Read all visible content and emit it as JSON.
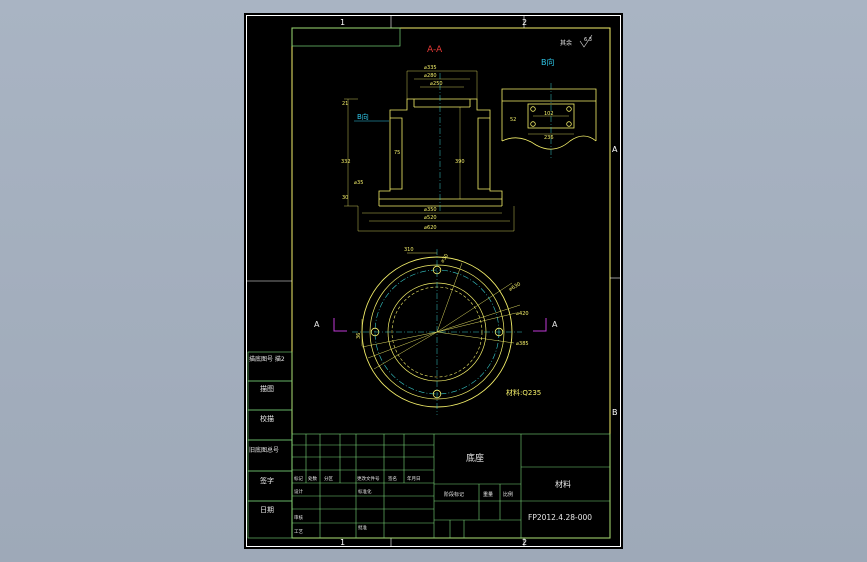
{
  "colors": {
    "background": "#a4afbe",
    "sheet": "#000000",
    "frame": "#ffffff",
    "outline": "#f5f06a",
    "centerline": "#36c9c9",
    "section_label": "#e53935",
    "view_label": "#2ec6e8",
    "section_marker": "#c03ad6",
    "title_text": "#e8e8e8",
    "table_lines": "#7ad67a"
  },
  "zones": {
    "top": [
      "1",
      "2"
    ],
    "bottom": [
      "1",
      "2"
    ],
    "right": [
      "A",
      "B"
    ]
  },
  "views": {
    "section_a": "A-A",
    "view_b": "B向",
    "view_b_ref": "B向",
    "cut_a_left": "A",
    "cut_a_right": "A",
    "roughness": "其余",
    "roughness_value": "6.3"
  },
  "dims": {
    "top_1": "⌀335",
    "top_2": "⌀280",
    "top_3": "⌀250",
    "h_21": "21",
    "h_390": "390",
    "h_332": "332",
    "h_30": "30",
    "h_75": "75",
    "d_35": "⌀35",
    "bot_1": "⌀350",
    "bot_2": "⌀520",
    "bot_3": "⌀620",
    "b_102": "102",
    "b_236": "236",
    "b_52": "52",
    "c_310": "310",
    "c_d30": "⌀30",
    "c_d630": "⌀630",
    "c_d420": "⌀420",
    "c_d385": "⌀385",
    "c_36": "36"
  },
  "material": "材料:Q235",
  "title_block": {
    "side_labels": [
      "描底图号 描2",
      "描图",
      "校描",
      "旧底图总号",
      "签字",
      "日期"
    ],
    "part_name": "底座",
    "material_label": "材料",
    "drawing_no": "FP2012.4.28-000",
    "stage_headers": [
      "阶段标记",
      "重量",
      "比例"
    ],
    "row_labels": [
      "标记",
      "处数",
      "分区",
      "更改文件号",
      "签名",
      "年月日"
    ],
    "left_labels": [
      "设计",
      "审核",
      "工艺"
    ],
    "mid_labels": [
      "标准化",
      "批准"
    ]
  }
}
